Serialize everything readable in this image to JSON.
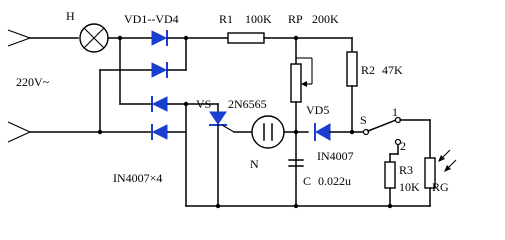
{
  "components": {
    "lamp": "H",
    "bridge": "VD1--VD4",
    "r1_name": "R1",
    "r1_value": "100K",
    "rp_name": "RP",
    "rp_value": "200K",
    "r2_name": "R2",
    "r2_value": "47K",
    "supply": "220V~",
    "scr_name": "VS",
    "scr_part": "2N6565",
    "vd5_name": "VD5",
    "vd5_part": "IN4007",
    "neon": "N",
    "switch": "S",
    "switch_pos1": "1",
    "switch_pos2": "2",
    "r3_name": "R3",
    "r3_value": "10K",
    "ldr": "RG",
    "cap_name": "C",
    "cap_value": "0.022u",
    "bridge_part": "IN4007×4"
  },
  "colors": {
    "wire": "#000000",
    "diode": "#1a3ed0",
    "background": "#ffffff"
  }
}
